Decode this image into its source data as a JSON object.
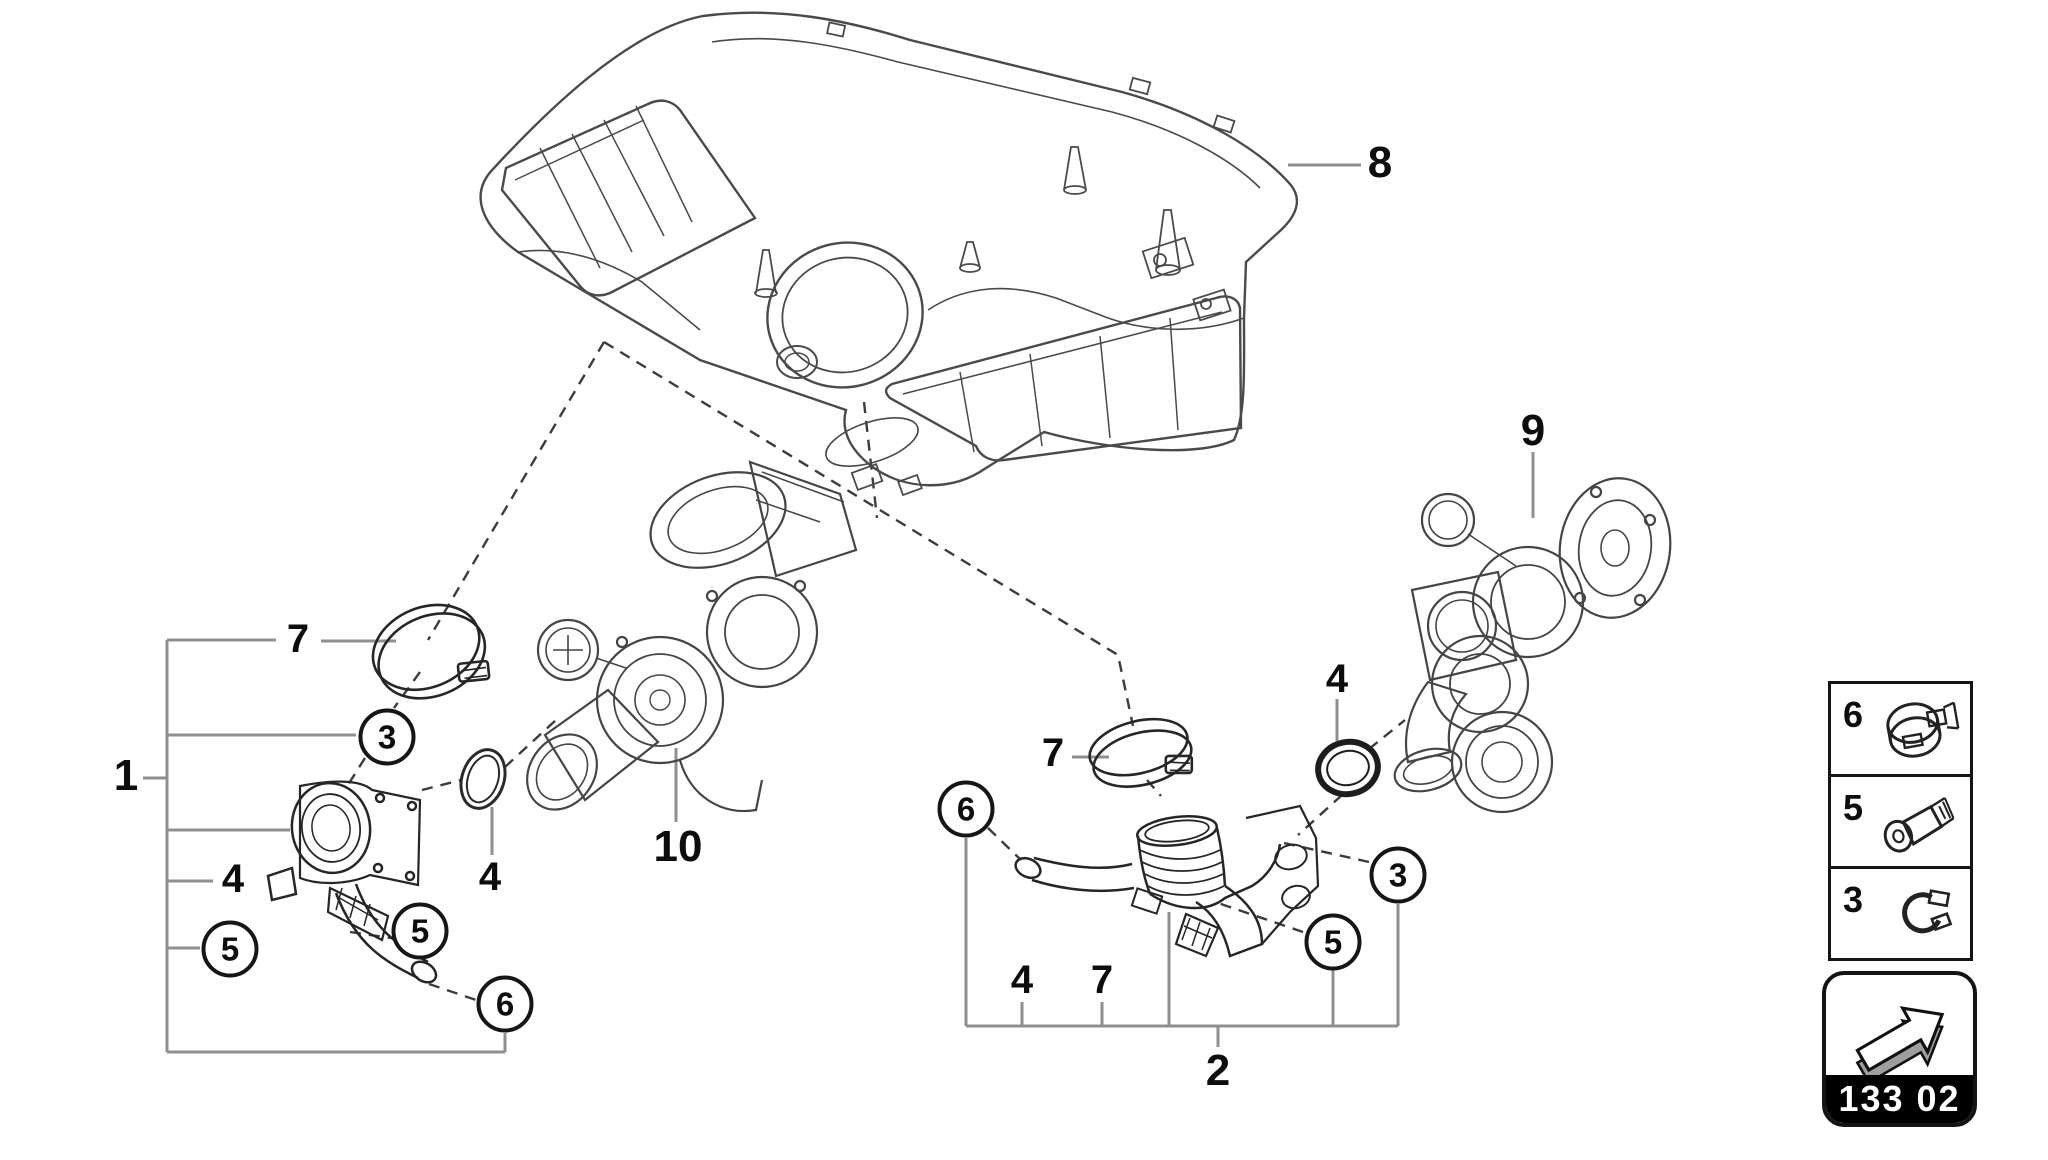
{
  "colors": {
    "background": "#ffffff",
    "ink": "#474747",
    "dark_ink": "#242424",
    "label": "#0d0d0d",
    "leader": "#8f8f8f",
    "dash": "#3c3c3c",
    "legend_border": "#141414",
    "code_bg": "#000000",
    "code_fg": "#ffffff"
  },
  "drawing_code": "133 02",
  "labels": {
    "group_left": "1",
    "group_right": "2",
    "airbox": "8",
    "turbo_right": "9",
    "turbo_left": "10",
    "clamp_left": "7",
    "clamp_right": "7",
    "clamp_right_bracket": "7",
    "seal_left_bracket": "4",
    "seal_left": "4",
    "seal_right": "4",
    "seal_right_bracket": "4",
    "circle_3_left": "3",
    "circle_5_left": "5",
    "circle_5_left_b": "5",
    "circle_6_left": "6",
    "circle_6_right": "6",
    "circle_5_right": "5",
    "circle_3_right": "3"
  },
  "legend": {
    "rows": [
      {
        "number": "6",
        "icon": "hose-clamp-icon"
      },
      {
        "number": "5",
        "icon": "shoulder-bolt-icon"
      },
      {
        "number": "3",
        "icon": "spring-clip-icon"
      }
    ]
  }
}
